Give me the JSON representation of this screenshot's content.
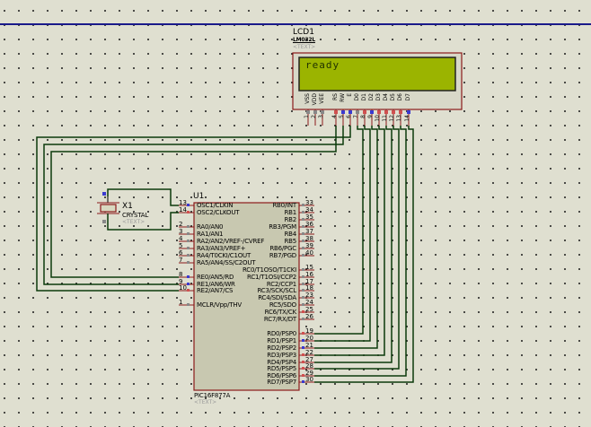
{
  "canvas": {
    "background": "#dfdfd0",
    "wire_color": "#0b3a0b",
    "component_border": "#8b1a1a",
    "chip_fill": "#c8c8b0",
    "lcd_screen": "#9bb400"
  },
  "lcd": {
    "ref": "LCD1",
    "part": "LM032L",
    "text_placeholder": "<TEXT>",
    "display": "ready",
    "pin_labels": [
      "VSS",
      "VDD",
      "VEE",
      "RS",
      "RW",
      "E",
      "D0",
      "D1",
      "D2",
      "D3",
      "D4",
      "D5",
      "D6",
      "D7"
    ],
    "pin_numbers": [
      "1",
      "2",
      "3",
      "4",
      "5",
      "6",
      "7",
      "8",
      "9",
      "10",
      "11",
      "12",
      "13",
      "14"
    ]
  },
  "crystal": {
    "ref": "X1",
    "part": "CRYSTAL",
    "text_placeholder": "<TEXT>"
  },
  "mcu": {
    "ref": "U1",
    "part": "PIC16F877A",
    "text_placeholder": "<TEXT>",
    "left_pins": [
      {
        "num": "13",
        "label": "OSC1/CLKIN"
      },
      {
        "num": "14",
        "label": "OSC2/CLKOUT"
      },
      {
        "num": "2",
        "label": "RA0/AN0"
      },
      {
        "num": "3",
        "label": "RA1/AN1"
      },
      {
        "num": "4",
        "label": "RA2/AN2/VREF-/CVREF"
      },
      {
        "num": "5",
        "label": "RA3/AN3/VREF+"
      },
      {
        "num": "6",
        "label": "RA4/T0CKI/C1OUT"
      },
      {
        "num": "7",
        "label": "RA5/AN4/SS/C2OUT"
      },
      {
        "num": "8",
        "label": "RE0/AN5/RD"
      },
      {
        "num": "9",
        "label": "RE1/AN6/WR"
      },
      {
        "num": "10",
        "label": "RE2/AN7/CS"
      },
      {
        "num": "1",
        "label": "MCLR/Vpp/THV"
      }
    ],
    "right_pins": [
      {
        "num": "33",
        "label": "RB0/INT"
      },
      {
        "num": "34",
        "label": "RB1"
      },
      {
        "num": "35",
        "label": "RB2"
      },
      {
        "num": "36",
        "label": "RB3/PGM"
      },
      {
        "num": "37",
        "label": "RB4"
      },
      {
        "num": "38",
        "label": "RB5"
      },
      {
        "num": "39",
        "label": "RB6/PGC"
      },
      {
        "num": "40",
        "label": "RB7/PGD"
      },
      {
        "num": "15",
        "label": "RC0/T1OSO/T1CKI"
      },
      {
        "num": "16",
        "label": "RC1/T1OSI/CCP2"
      },
      {
        "num": "17",
        "label": "RC2/CCP1"
      },
      {
        "num": "18",
        "label": "RC3/SCK/SCL"
      },
      {
        "num": "23",
        "label": "RC4/SDI/SDA"
      },
      {
        "num": "24",
        "label": "RC5/SDO"
      },
      {
        "num": "25",
        "label": "RC6/TX/CK"
      },
      {
        "num": "26",
        "label": "RC7/RX/DT"
      },
      {
        "num": "19",
        "label": "RD0/PSP0"
      },
      {
        "num": "20",
        "label": "RD1/PSP1"
      },
      {
        "num": "21",
        "label": "RD2/PSP2"
      },
      {
        "num": "22",
        "label": "RD3/PSP3"
      },
      {
        "num": "27",
        "label": "RD4/PSP4"
      },
      {
        "num": "28",
        "label": "RD5/PSP5"
      },
      {
        "num": "29",
        "label": "RD6/PSP6"
      },
      {
        "num": "30",
        "label": "RD7/PSP7"
      }
    ]
  }
}
